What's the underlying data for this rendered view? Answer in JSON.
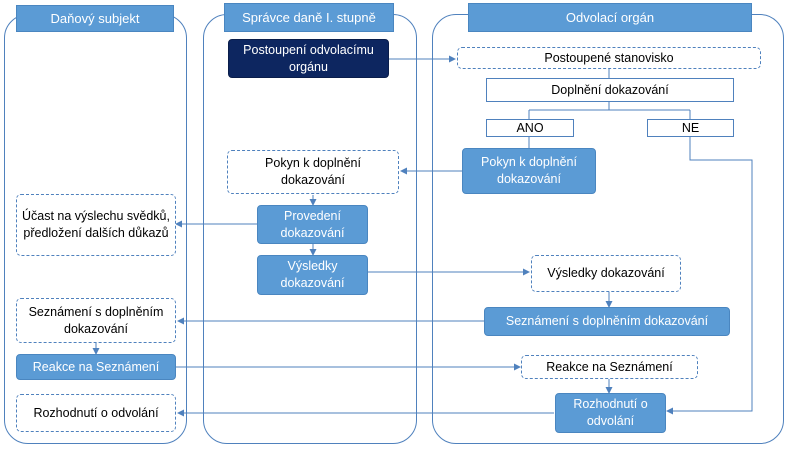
{
  "lanes": {
    "taxpayer": "Daňový subjekt",
    "administrator": "Správce daně I. stupně",
    "appeal": "Odvolací orgán"
  },
  "admin": {
    "referral": "Postoupení odvolacímu orgánu",
    "instruction": "Pokyn k doplnění dokazování",
    "execution": "Provedení dokazování",
    "results": "Výsledky dokazování"
  },
  "appeal": {
    "referred_opinion": "Postoupené stanovisko",
    "supplement": "Doplnění dokazování",
    "yes": "ANO",
    "no": "NE",
    "instruction": "Pokyn k doplnění dokazování",
    "results": "Výsledky dokazování",
    "acquaint": "Seznámení s doplněním dokazování",
    "reaction": "Reakce na Seznámení",
    "decision": "Rozhodnutí o odvolání"
  },
  "taxpayer": {
    "participation": "Účast na výslechu svědků, předložení dalších důkazů",
    "acquaint": "Seznámení s doplněním dokazování",
    "reaction": "Reakce na Seznámení",
    "decision": "Rozhodnutí o odvolání"
  },
  "colors": {
    "accent": "#5b9bd5",
    "dark": "#0d2660",
    "line": "#4f81bd"
  }
}
